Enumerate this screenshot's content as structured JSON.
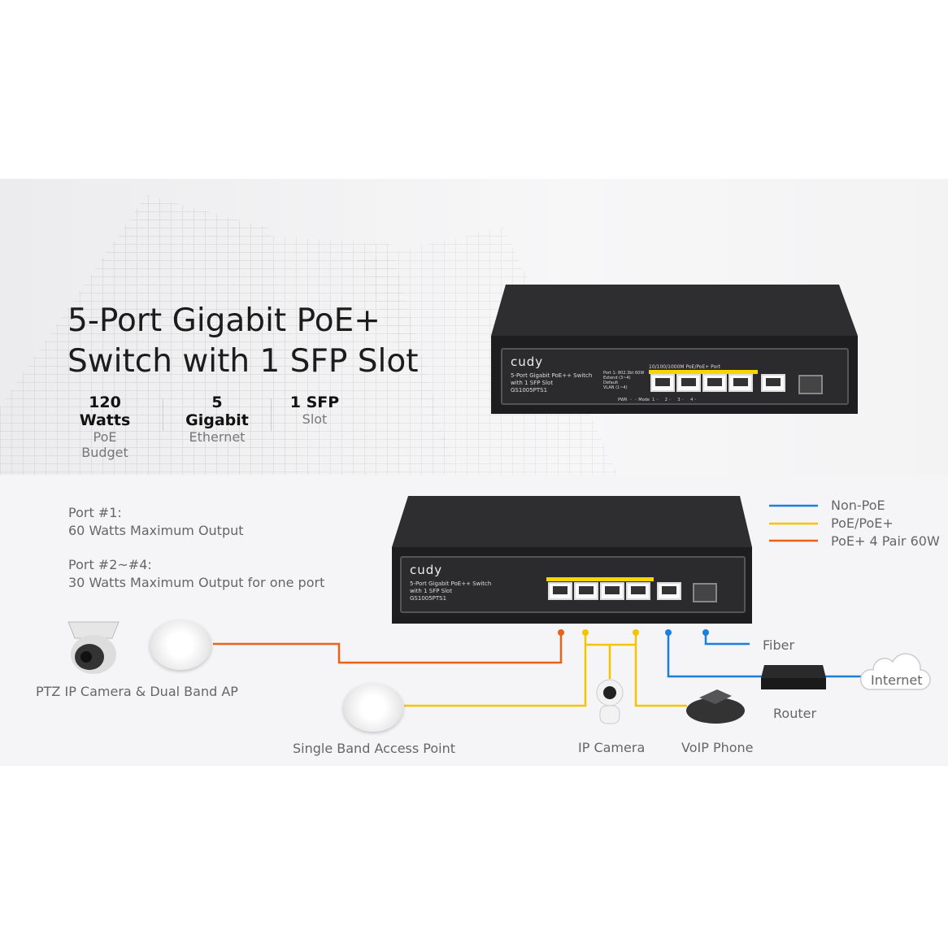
{
  "title": {
    "line1": "5-Port Gigabit PoE+",
    "line2": "Switch with 1 SFP Slot"
  },
  "specs": [
    {
      "value": "120 Watts",
      "label": "PoE Budget"
    },
    {
      "value": "5 Gigabit",
      "label": "Ethernet"
    },
    {
      "value": "1 SFP",
      "label": "Slot"
    }
  ],
  "switch": {
    "brand": "cudy",
    "desc1": "5-Port Gigabit PoE++ Switch",
    "desc2": "with 1 SFP Slot",
    "model": "GS1005PTS1",
    "port_header": "10/100/1000M PoE/PoE+ Port",
    "dip": [
      "Port 1: 802.3bt 60W",
      "Extend (3~4)",
      "Default",
      "VLAN (1~4)"
    ],
    "leds": "PWR  ◦  ◦ Mode  1 ◦     2 ◦     3 ◦     4 ◦"
  },
  "ports_info": [
    {
      "title": "Port #1:",
      "desc": "60 Watts Maximum Output"
    },
    {
      "title": "Port #2~#4:",
      "desc": "30 Watts Maximum Output for one port"
    }
  ],
  "legend": [
    {
      "label": "Non-PoE",
      "color": "#1a7fe0"
    },
    {
      "label": "PoE/PoE+",
      "color": "#f5c400"
    },
    {
      "label": "PoE+ 4 Pair 60W",
      "color": "#e8621a"
    }
  ],
  "devices": {
    "ptz": "PTZ IP Camera & Dual Band AP",
    "single_ap": "Single Band Access Point",
    "ip_camera": "IP Camera",
    "voip": "VoIP Phone",
    "router": "Router",
    "internet": "Internet",
    "fiber": "Fiber"
  }
}
